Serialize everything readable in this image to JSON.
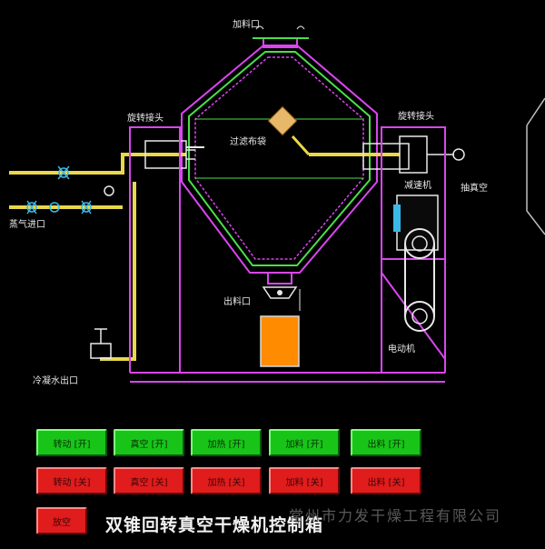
{
  "labels": {
    "feed_port": "加料口",
    "rotary_joint_left": "旋转接头",
    "rotary_joint_right": "旋转接头",
    "filter_bag": "过滤布袋",
    "reducer": "减速机",
    "vacuum": "抽真空",
    "steam_inlet": "蒸气进口",
    "discharge_port": "出料口",
    "motor": "电动机",
    "condensate_outlet": "冷凝水出口"
  },
  "buttons": {
    "on_row": [
      "转动 [开]",
      "真空 [开]",
      "加热 [开]",
      "加料 [开]",
      "出料 [开]"
    ],
    "off_row": [
      "转动 [关]",
      "真空 [关]",
      "加热 [关]",
      "加料 [关]",
      "出料 [关]"
    ],
    "empty": "放空"
  },
  "title": "双锥回转真空干燥机控制箱",
  "watermark": "常州市力发干燥工程有限公司",
  "colors": {
    "vessel_outline": "#d946ef",
    "vessel_inner": "#4ade4a",
    "steam_pipe": "#e8d84a",
    "frame": "#d946ef",
    "filter_bag": "#e8b86a",
    "discharge_bin": "#ff8c00",
    "button_on": "#19c419",
    "button_off": "#e01c1c"
  }
}
